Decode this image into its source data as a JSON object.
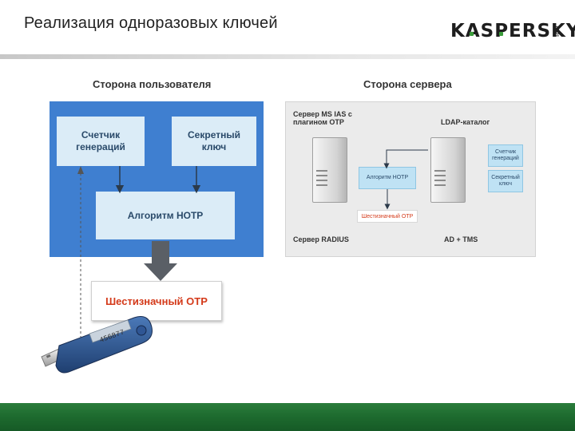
{
  "slide": {
    "title": "Реализация одноразовых ключей",
    "logo": "KASPERSKY",
    "logo_lab": "lab"
  },
  "user_side": {
    "heading": "Сторона пользователя",
    "counter": "Счетчик генераций",
    "secret_key": "Секретный ключ",
    "algorithm": "Алгоритм HOTP",
    "otp_result": "Шестизначный OTP",
    "token_display": "456877"
  },
  "server_side": {
    "heading": "Сторона сервера",
    "ias_label": "Сервер MS IAS с плагином OTP",
    "ldap_label": "LDAP-каталог",
    "counter_small": "Счетчик генераций",
    "secret_small": "Секретный ключ",
    "algorithm_small": "Алгоритм HOTP",
    "otp_small": "Шестизначный OTP",
    "radius_label": "Сервер RADIUS",
    "ad_label": "AD + TMS"
  },
  "colors": {
    "brand_green": "#1d6a2e",
    "user_panel_blue": "#3f7fd0",
    "box_light_blue": "#dbecf7",
    "otp_red": "#d43a1a",
    "server_panel_gray": "#ebebeb"
  }
}
